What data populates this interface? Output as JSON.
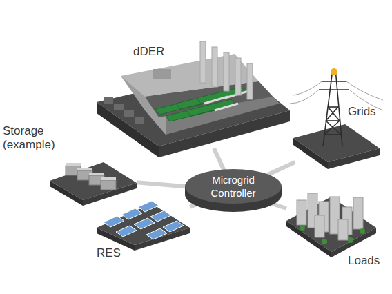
{
  "diagram": {
    "nodes": [
      {
        "text": [
          "dDER"
        ]
      },
      {
        "text": [
          "Storage (example)"
        ]
      },
      {
        "text": [
          "Grids"
        ]
      },
      {
        "text": [
          "Microgrid Controller"
        ]
      },
      {
        "text": [
          "RES"
        ]
      },
      {
        "text": [
          "Loads"
        ]
      }
    ],
    "edges": [
      {
        "from": 3,
        "to": 0,
        "arrow": "none"
      },
      {
        "from": 3,
        "to": 1,
        "arrow": "none"
      },
      {
        "from": 3,
        "to": 2,
        "arrow": "none"
      },
      {
        "from": 3,
        "to": 4,
        "arrow": "none"
      },
      {
        "from": 3,
        "to": 5,
        "arrow": "none"
      }
    ]
  }
}
